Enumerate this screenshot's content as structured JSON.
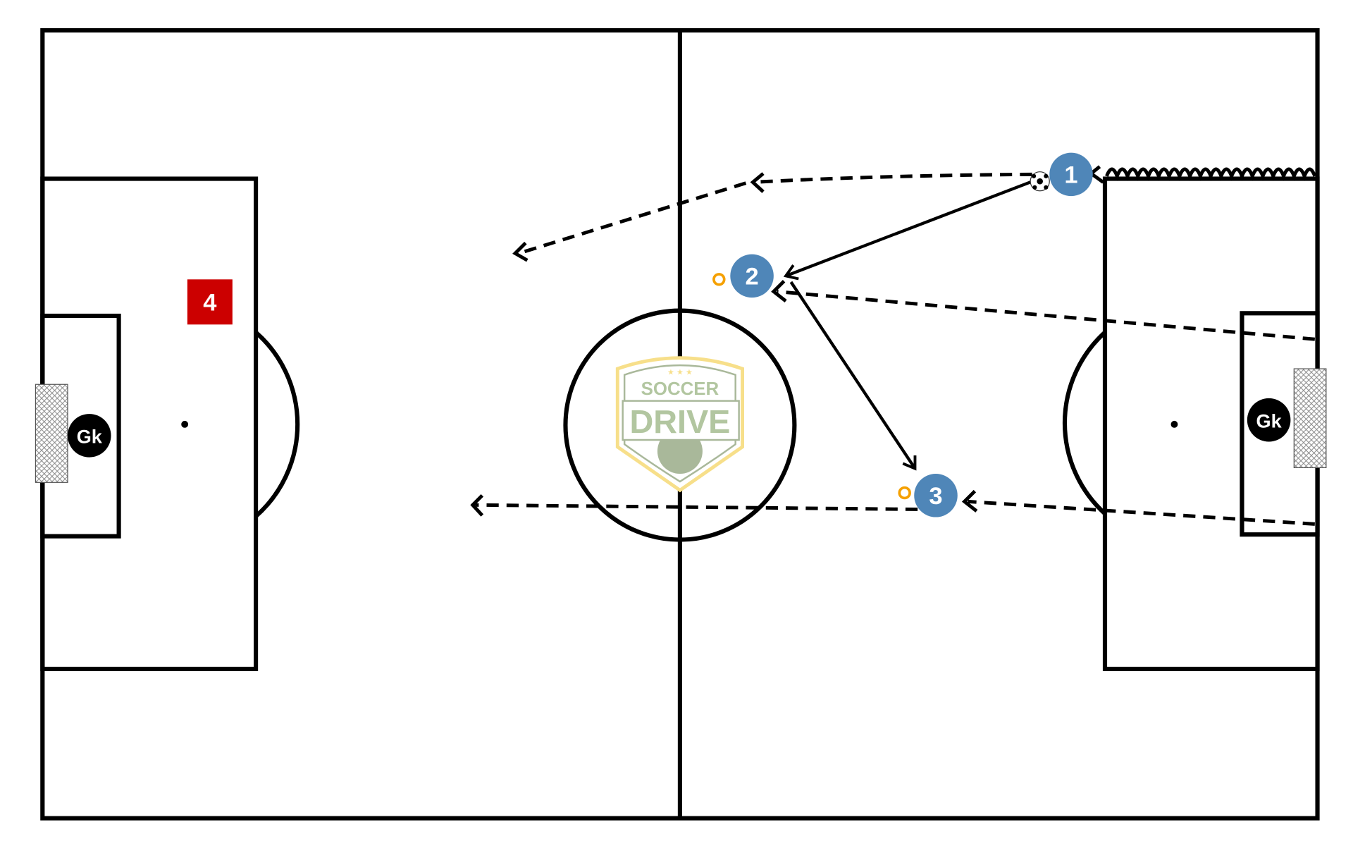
{
  "players": [
    {
      "label": "1",
      "team": "attack"
    },
    {
      "label": "2",
      "team": "attack"
    },
    {
      "label": "3",
      "team": "attack"
    }
  ],
  "defender": {
    "label": "4"
  },
  "goalkeepers": [
    {
      "label": "Gk"
    },
    {
      "label": "Gk"
    }
  ],
  "logo": {
    "line1": "SOCCER",
    "line2": "DRIVE"
  },
  "colors": {
    "player": "#4f86b8",
    "defender": "#cc0000",
    "cone": "#f5a000",
    "logo_text": "#b2c6a0",
    "logo_border": "#f7df8a"
  }
}
